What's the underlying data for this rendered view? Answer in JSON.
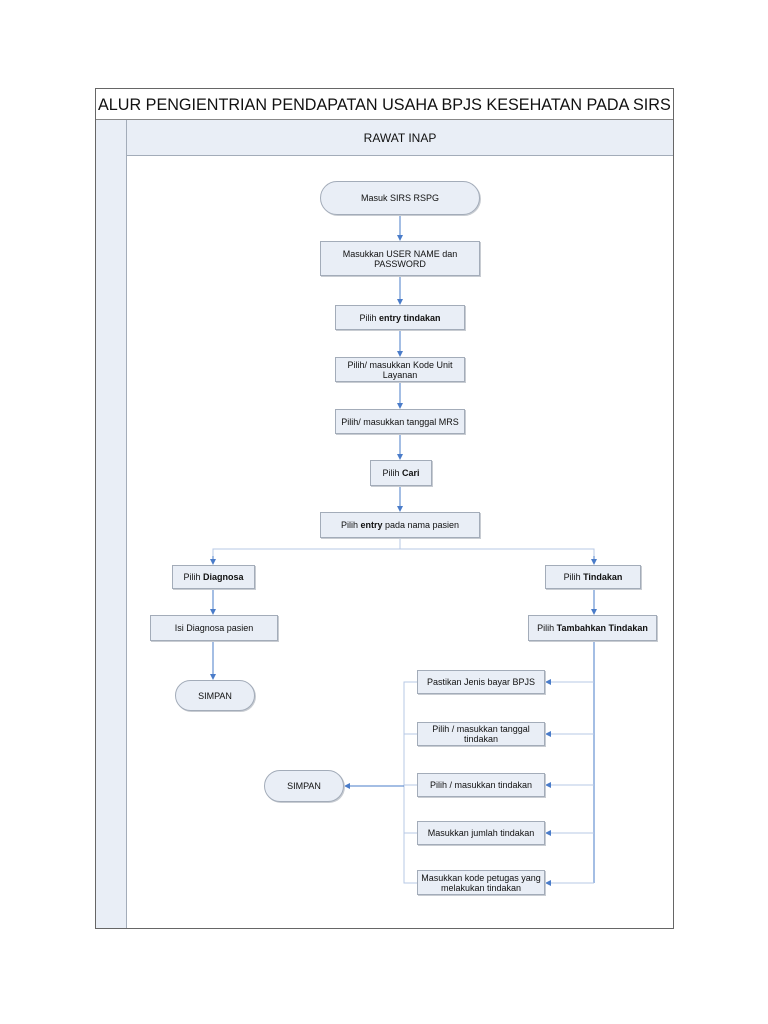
{
  "title": "ALUR PENGIENTRIAN PENDAPATAN USAHA BPJS KESEHATAN PADA SIRS",
  "lane_header": "RAWAT INAP",
  "colors": {
    "box_fill": "#e9eef6",
    "box_border": "#a3acb9",
    "connector": "#4a7cc9",
    "lane_fill": "#e9eef6"
  },
  "nodes": {
    "start": "Masuk SIRS RSPG",
    "login": "Masukkan USER NAME dan PASSWORD",
    "entry_tindakan": {
      "pre": "Pilih ",
      "bold": "entry tindakan"
    },
    "kode_unit": "Pilih/ masukkan Kode Unit Layanan",
    "tanggal_mrs": "Pilih/ masukkan tanggal MRS",
    "cari": {
      "pre": "Pilih ",
      "bold": "Cari"
    },
    "entry_pasien": {
      "pre": "Pilih ",
      "bold": "entry",
      "post": " pada nama pasien"
    },
    "diagnosa": {
      "pre": "Pilih ",
      "bold": "Diagnosa"
    },
    "isi_diagnosa": "Isi Diagnosa pasien",
    "simpan_left": "SIMPAN",
    "tindakan": {
      "pre": "Pilih ",
      "bold": "Tindakan"
    },
    "tambahkan": {
      "pre": "Pilih ",
      "bold": "Tambahkan Tindakan"
    },
    "jenis_bayar": "Pastikan Jenis bayar  BPJS",
    "tanggal_tindakan": "Pilih / masukkan tanggal tindakan",
    "masukkan_tindakan": "Pilih / masukkan tindakan",
    "jumlah": "Masukkan jumlah tindakan",
    "kode_petugas": "Masukkan kode petugas yang melakukan tindakan",
    "simpan_right": "SIMPAN"
  }
}
